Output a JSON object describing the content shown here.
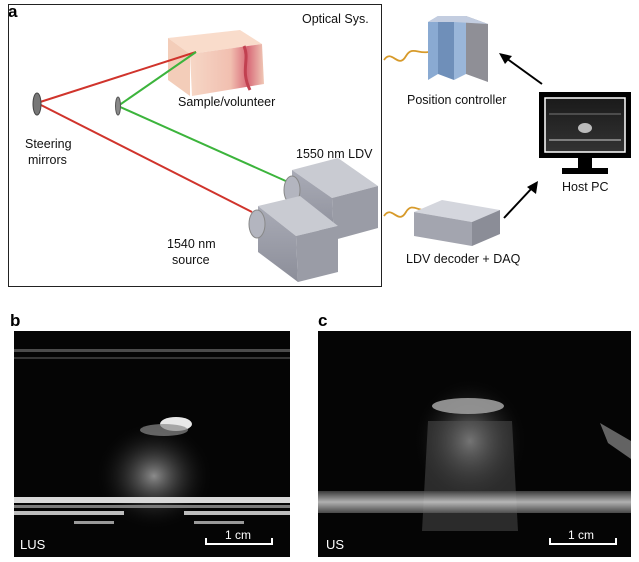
{
  "panel_a": {
    "letter": "a",
    "box_title": "Optical Sys.",
    "labels": {
      "sample": "Sample/volunteer",
      "steering_line1": "Steering",
      "steering_line2": "mirrors",
      "ldv": "1550 nm LDV",
      "source_line1": "1540 nm",
      "source_line2": "source",
      "position_controller": "Position controller",
      "host_pc": "Host PC",
      "decoder": "LDV decoder + DAQ"
    },
    "colors": {
      "red_beam": "#d0342c",
      "green_beam": "#3cb43c",
      "cable": "#d79a2a"
    }
  },
  "panel_b": {
    "letter": "b",
    "modality": "LUS",
    "scale": "1 cm"
  },
  "panel_c": {
    "letter": "c",
    "modality": "US",
    "scale": "1 cm"
  }
}
